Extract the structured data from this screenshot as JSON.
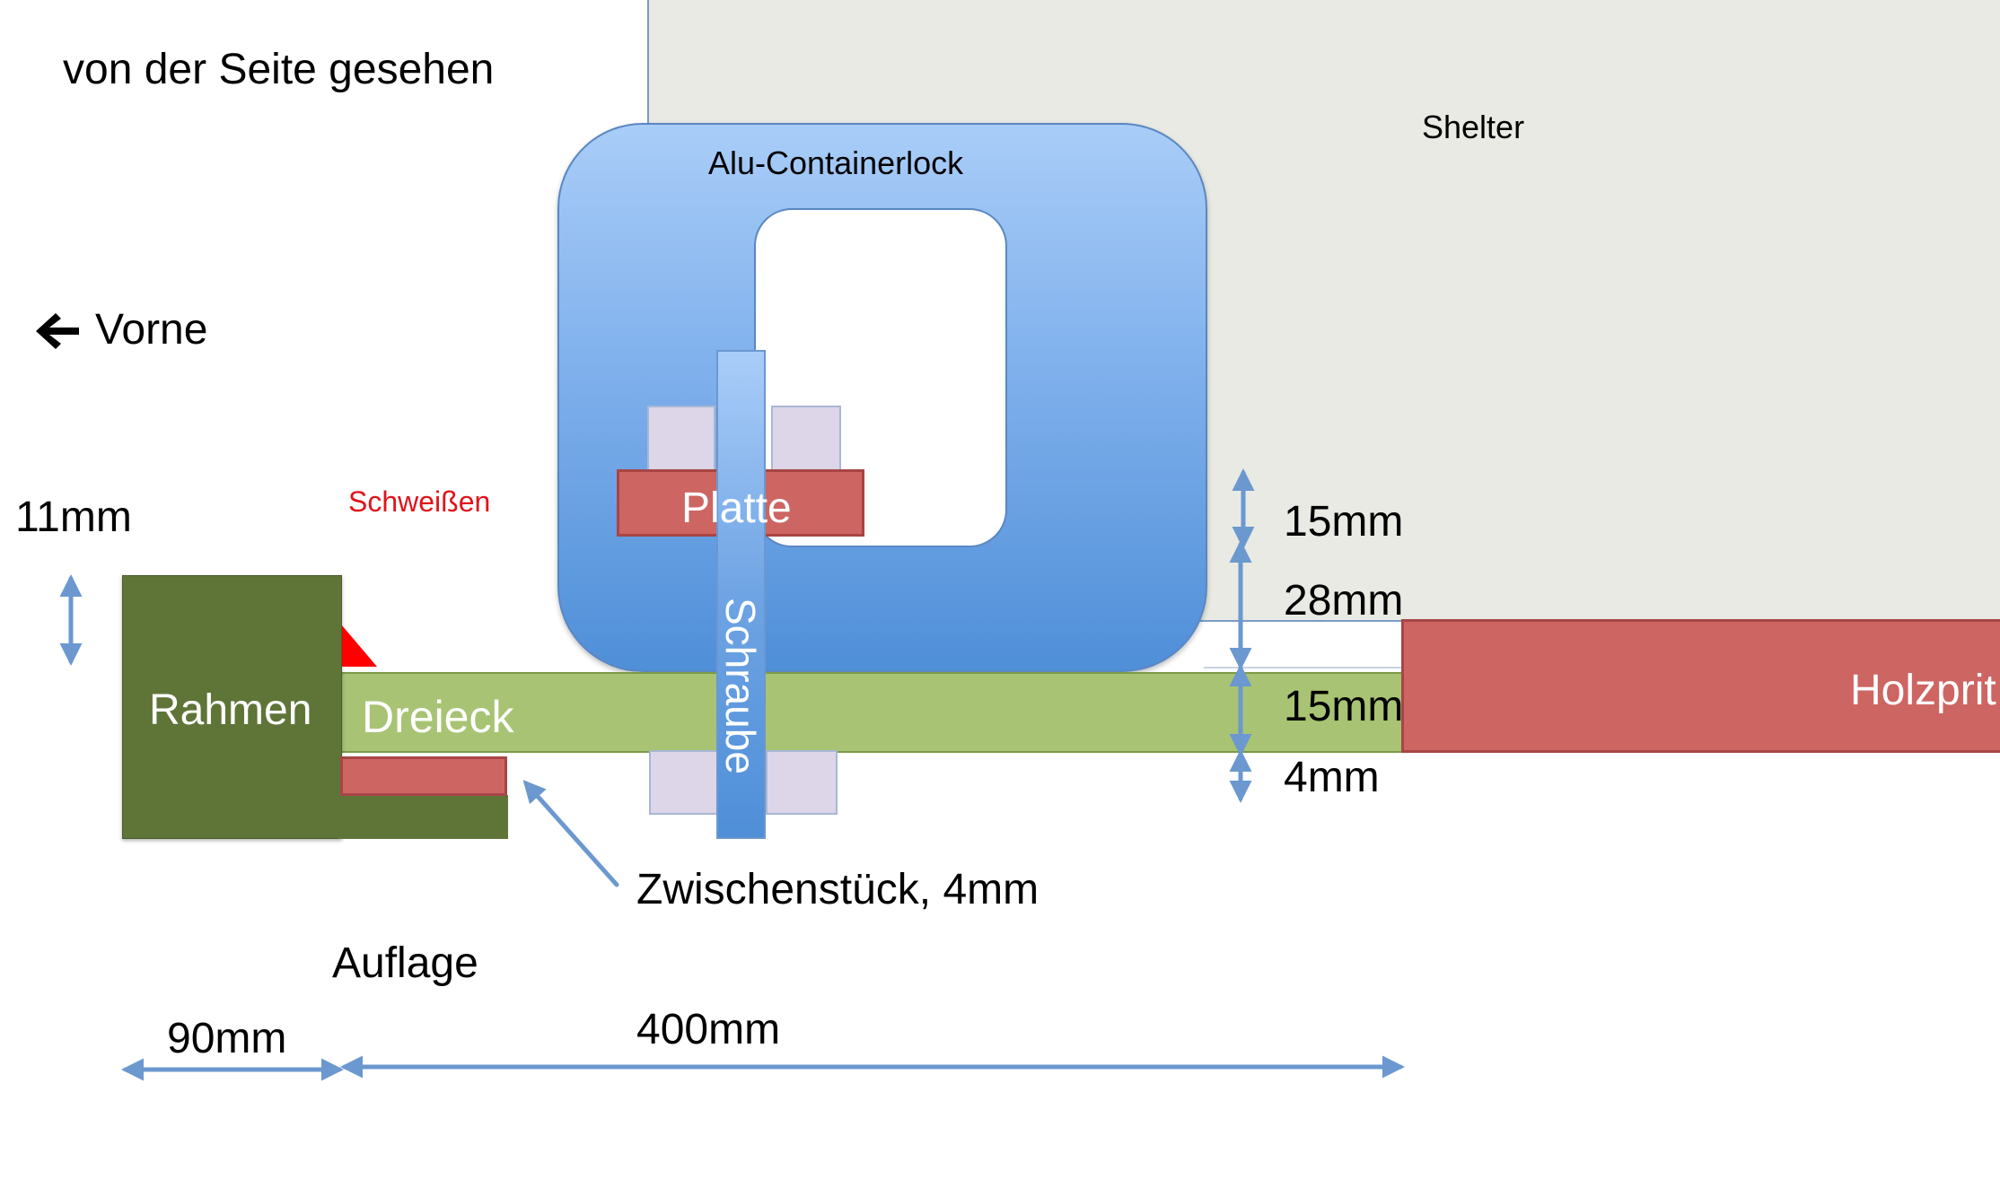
{
  "title": "von der Seite gesehen",
  "direction": {
    "label": "Vorne",
    "icon": "arrow-left-icon"
  },
  "labels": {
    "shelter": "Shelter",
    "lock": "Alu-Containerlock",
    "platte": "Platte",
    "schraube": "Schraube",
    "rahmen": "Rahmen",
    "dreieck": "Dreieck",
    "holz": "Holzprit",
    "schweissen": "Schweißen",
    "zwischenstueck": "Zwischenstück, 4mm",
    "auflage": "Auflage"
  },
  "dimensions": {
    "d11": "11mm",
    "d15a": "15mm",
    "d28": "28mm",
    "d15b": "15mm",
    "d4": "4mm",
    "d90": "90mm",
    "d400": "400mm"
  },
  "colors": {
    "shelter": "#e8eae3",
    "lock": "#6fa4e4",
    "green_dark": "#5f7538",
    "green_light": "#a8c373",
    "red_part": "#cd6562",
    "weld": "#ff0000",
    "arrow": "#6b98cf",
    "nut": "#dcd6e8"
  }
}
